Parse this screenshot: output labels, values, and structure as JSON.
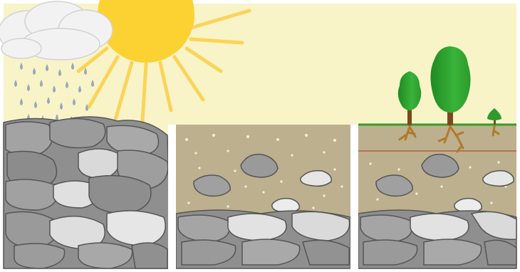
{
  "scene": {
    "colors": {
      "sky": "#f8f4c8",
      "sun": "#fcd233",
      "sun_rays": "#fad45a",
      "cloud": "#f2f2f2",
      "rain": "#9aa7b8",
      "rock_dark": "#8a8a8a",
      "rock_mid": "#a7a7a7",
      "rock_light": "#d6d6d6",
      "soil": "#bcb08f",
      "grass": "#3a9a2a",
      "tree": "#33b036",
      "trunk": "#7a4a1e",
      "root": "#b07a2a",
      "horizon_line": "#c4573a"
    },
    "panels": [
      {
        "stage": "bedrock-weathering",
        "icons": [
          "sun-icon",
          "cloud-icon",
          "rain-icon",
          "bedrock-icon"
        ]
      },
      {
        "stage": "regolith-formation",
        "icons": [
          "rock-fragment-icon",
          "soil-particle-icon"
        ]
      },
      {
        "stage": "mature-soil-with-vegetation",
        "icons": [
          "tree-icon",
          "root-icon",
          "soil-horizon-icon"
        ]
      }
    ]
  }
}
